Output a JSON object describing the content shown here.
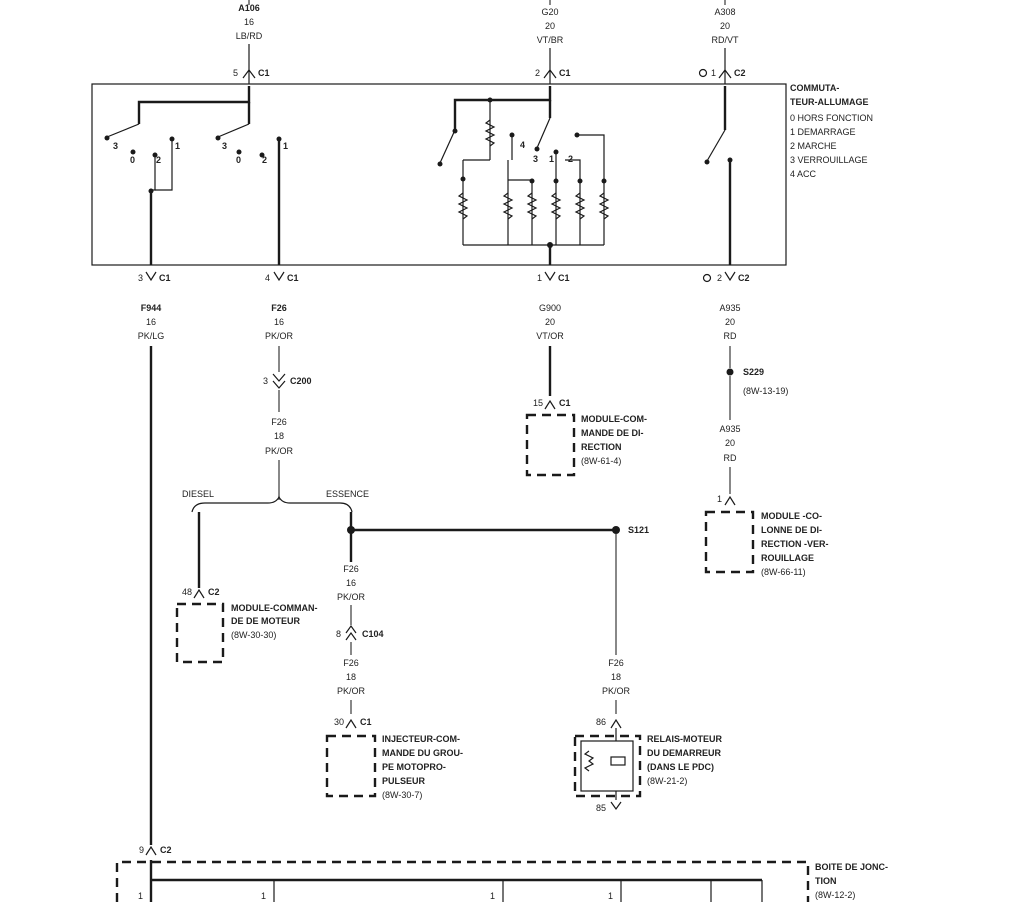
{
  "top_wires": [
    {
      "code": "A106",
      "gauge": "16",
      "color": "LB/RD"
    },
    {
      "code": "G20",
      "gauge": "20",
      "color": "VT/BR"
    },
    {
      "code": "A308",
      "gauge": "20",
      "color": "RD/VT"
    }
  ],
  "top_connectors": [
    {
      "pin": "5",
      "conn": "C1"
    },
    {
      "pin": "2",
      "conn": "C1"
    },
    {
      "pin": "1",
      "conn": "C2"
    }
  ],
  "switch": {
    "title_line1": "COMMUTA-",
    "title_line2": "TEUR-ALLUMAGE",
    "positions": [
      "0 HORS FONCTION",
      "1 DEMARRAGE",
      "2 MARCHE",
      "3 VERROUILLAGE",
      "4 ACC"
    ],
    "contact_labels_a": [
      "3",
      "0",
      "2",
      "1"
    ],
    "contact_labels_b": [
      "3",
      "0",
      "2",
      "1"
    ],
    "contact_labels_c": [
      "4",
      "3",
      "1",
      "2"
    ]
  },
  "bottom_connectors": [
    {
      "pin": "3",
      "conn": "C1"
    },
    {
      "pin": "4",
      "conn": "C1"
    },
    {
      "pin": "1",
      "conn": "C1"
    },
    {
      "pin": "2",
      "conn": "C2"
    }
  ],
  "wires_below": [
    {
      "code": "F944",
      "gauge": "16",
      "color": "PK/LG"
    },
    {
      "code": "F26",
      "gauge": "16",
      "color": "PK/OR"
    },
    {
      "code": "G900",
      "gauge": "20",
      "color": "VT/OR"
    },
    {
      "code": "A935",
      "gauge": "20",
      "color": "RD"
    }
  ],
  "c200": {
    "pin": "3",
    "conn": "C200"
  },
  "f26_18": {
    "code": "F26",
    "gauge": "18",
    "color": "PK/OR"
  },
  "splice_s229": {
    "name": "S229",
    "ref": "(8W-13-19)"
  },
  "a935_b": {
    "code": "A935",
    "gauge": "20",
    "color": "RD"
  },
  "module_steering": {
    "pin": "15",
    "conn": "C1",
    "lines": [
      "MODULE-COM-",
      "MANDE DE DI-",
      "RECTION"
    ],
    "ref": "(8W-61-4)"
  },
  "module_column": {
    "pin": "1",
    "lines": [
      "MODULE -CO-",
      "LONNE DE DI-",
      "RECTION -VER-",
      "ROUILLAGE"
    ],
    "ref": "(8W-66-11)"
  },
  "branch": {
    "diesel": "DIESEL",
    "essence": "ESSENCE"
  },
  "splice_s121": {
    "name": "S121"
  },
  "f26_16b": {
    "code": "F26",
    "gauge": "16",
    "color": "PK/OR"
  },
  "c104": {
    "pin": "8",
    "conn": "C104"
  },
  "f26_18b": {
    "code": "F26",
    "gauge": "18",
    "color": "PK/OR"
  },
  "f26_18c": {
    "code": "F26",
    "gauge": "18",
    "color": "PK/OR"
  },
  "module_engine": {
    "pin": "48",
    "conn": "C2",
    "lines": [
      "MODULE-COMMAN-",
      "DE DE MOTEUR"
    ],
    "ref": "(8W-30-30)"
  },
  "injector": {
    "pin": "30",
    "conn": "C1",
    "lines": [
      "INJECTEUR-COM-",
      "MANDE DU GROU-",
      "PE MOTOPRO-",
      "PULSEUR"
    ],
    "ref": "(8W-30-7)"
  },
  "relay": {
    "pin_top": "86",
    "pin_bottom": "85",
    "lines": [
      "RELAIS-MOTEUR",
      "DU DEMARREUR",
      "(DANS LE PDC)"
    ],
    "ref": "(8W-21-2)"
  },
  "junction": {
    "pin": "9",
    "conn": "C2",
    "lines": [
      "BOITE DE JONC-",
      "TION"
    ],
    "ref": "(8W-12-2)",
    "bottom_pins": [
      "1",
      "1",
      "1",
      "1"
    ]
  }
}
